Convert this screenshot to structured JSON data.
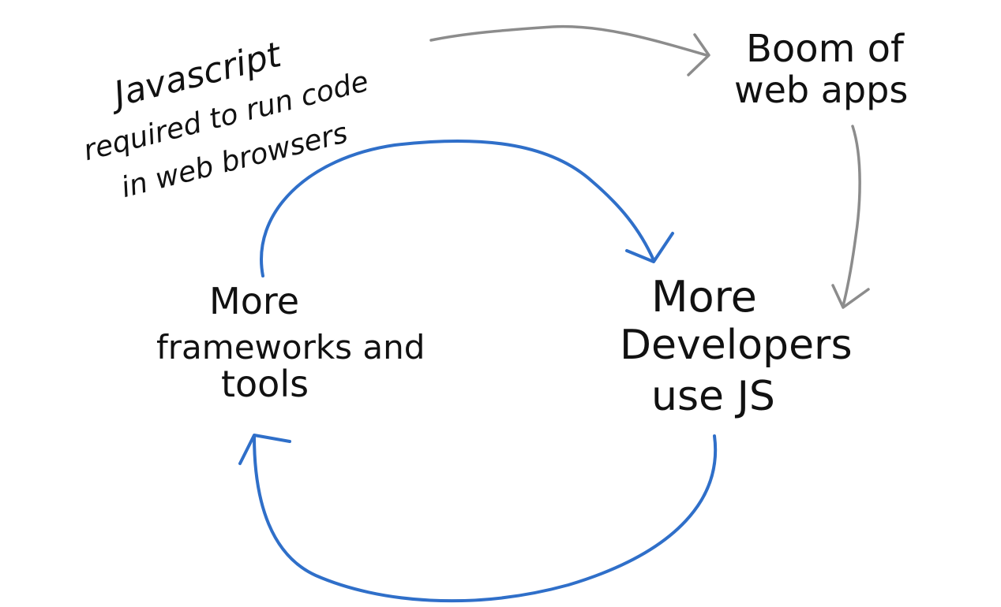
{
  "diagram": {
    "notes": {
      "javascript_required": {
        "lines": [
          "Javascript",
          "required to run code",
          "in web browsers"
        ]
      },
      "boom_web_apps": {
        "lines": [
          "Boom of",
          "web apps"
        ]
      },
      "more_developers": {
        "lines": [
          "More",
          "Developers",
          "use JS"
        ]
      },
      "more_frameworks": {
        "lines": [
          "More",
          "frameworks and",
          "tools"
        ]
      }
    },
    "colors": {
      "ink": "#111111",
      "arrow_gray": "#8c8c8c",
      "arrow_blue": "#2f6fc9",
      "background": "#ffffff"
    }
  }
}
